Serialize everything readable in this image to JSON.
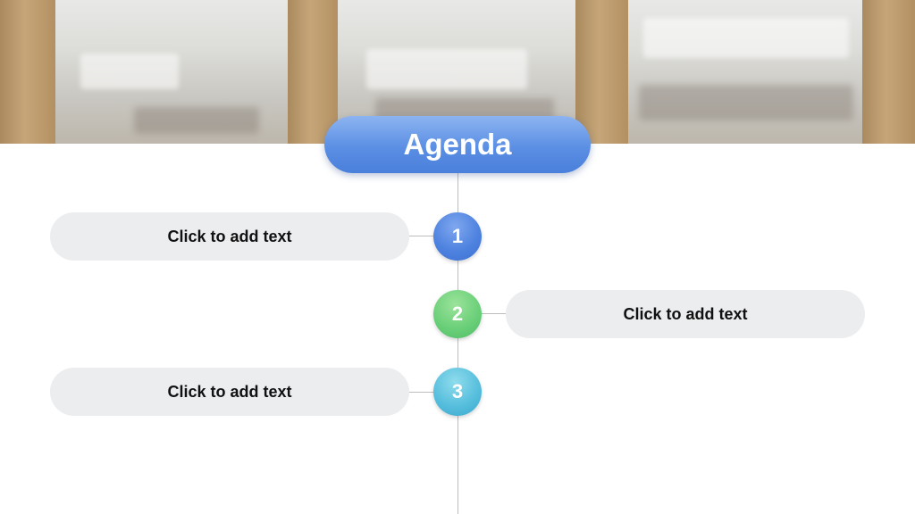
{
  "slide": {
    "title": "Agenda",
    "items": [
      {
        "number": "1",
        "text": "Click to add text",
        "color": "#4f83e0"
      },
      {
        "number": "2",
        "text": "Click to add text",
        "color": "#6cd07a"
      },
      {
        "number": "3",
        "text": "Click to add text",
        "color": "#58bfdd"
      }
    ]
  },
  "colors": {
    "title_pill": "#5b8fe4",
    "item_pill": "#ecedef",
    "timeline": "#bdbdbd"
  }
}
